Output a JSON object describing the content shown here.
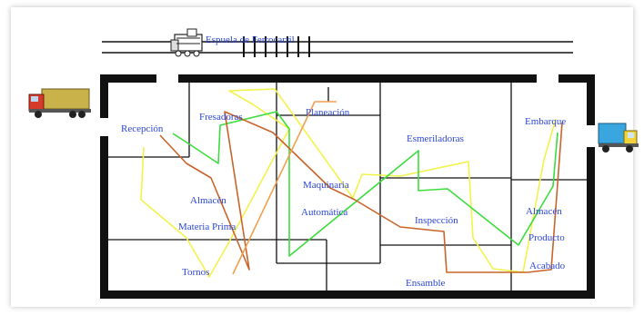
{
  "areas": {
    "railway": "Espuela de Ferrocarril",
    "recepcion": "Recepción",
    "fresadoras": "Fresadoras",
    "planeacion": "Planeación",
    "esmeriladoras": "Esmeriladoras",
    "embarque": "Embarque",
    "almacen_mp_1": "Almacén",
    "almacen_mp_2": "Materia Prima",
    "maquinaria_1": "Maquinaria",
    "maquinaria_2": "Automática",
    "inspeccion": "Inspección",
    "almacen_pa_1": "Almacén",
    "almacen_pa_2": "Producto",
    "almacen_pa_3": "Acabado",
    "tornos": "Tornos",
    "ensamble": "Ensamble"
  },
  "flow_colors": {
    "green": "#3ddc3d",
    "yellow": "#f2f24a",
    "orange": "#c8642a",
    "peach": "#f0a050"
  },
  "text_color": "#2b46d6"
}
